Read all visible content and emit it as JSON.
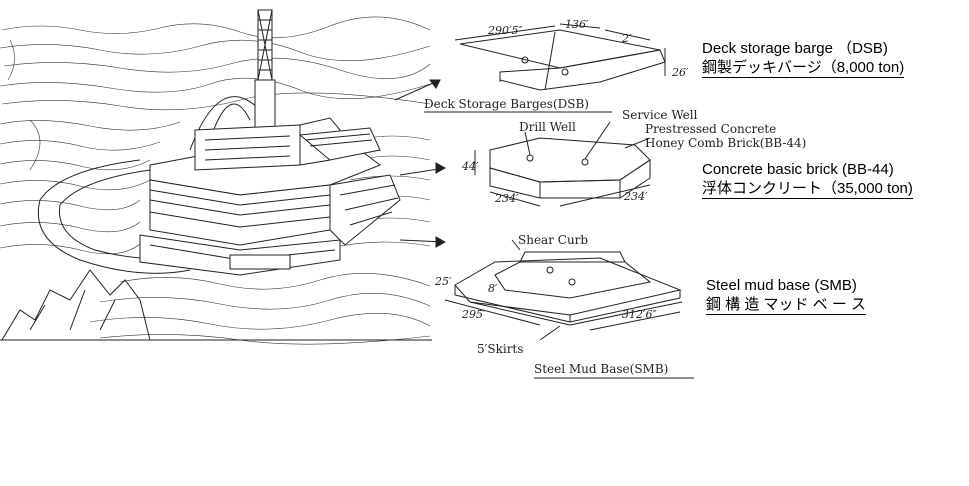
{
  "labels": {
    "dsb_drawing": "Deck Storage Barges(DSB)",
    "drill_well": "Drill Well",
    "service_well": "Service Well",
    "prestressed_1": "Prestressed Concrete",
    "prestressed_2": "Honey Comb Brick(BB-44)",
    "shear_curb": "Shear Curb",
    "skirts": "5′Skirts",
    "smb_drawing": "Steel Mud Base(SMB)"
  },
  "dimensions": {
    "dsb_len": "290′5″",
    "dsb_w1": "136′",
    "dsb_w2": "2′",
    "dsb_h": "26′",
    "bb_h": "44′",
    "bb_w1": "234′",
    "bb_w2": "234′",
    "smb_h": "25′",
    "smb_step": "8′",
    "smb_w1": "295′",
    "smb_w2": "312′6″"
  },
  "captions": {
    "dsb_en": "Deck storage barge （DSB)",
    "dsb_jp": "鋼製デッキバージ（8,000 ton)",
    "bb_en": "Concrete basic brick (BB-44)",
    "bb_jp": "浮体コンクリート（35,000 ton)",
    "smb_en": "Steel mud base (SMB)",
    "smb_jp": "鋼 構 造 マッド ベ ー ス"
  }
}
